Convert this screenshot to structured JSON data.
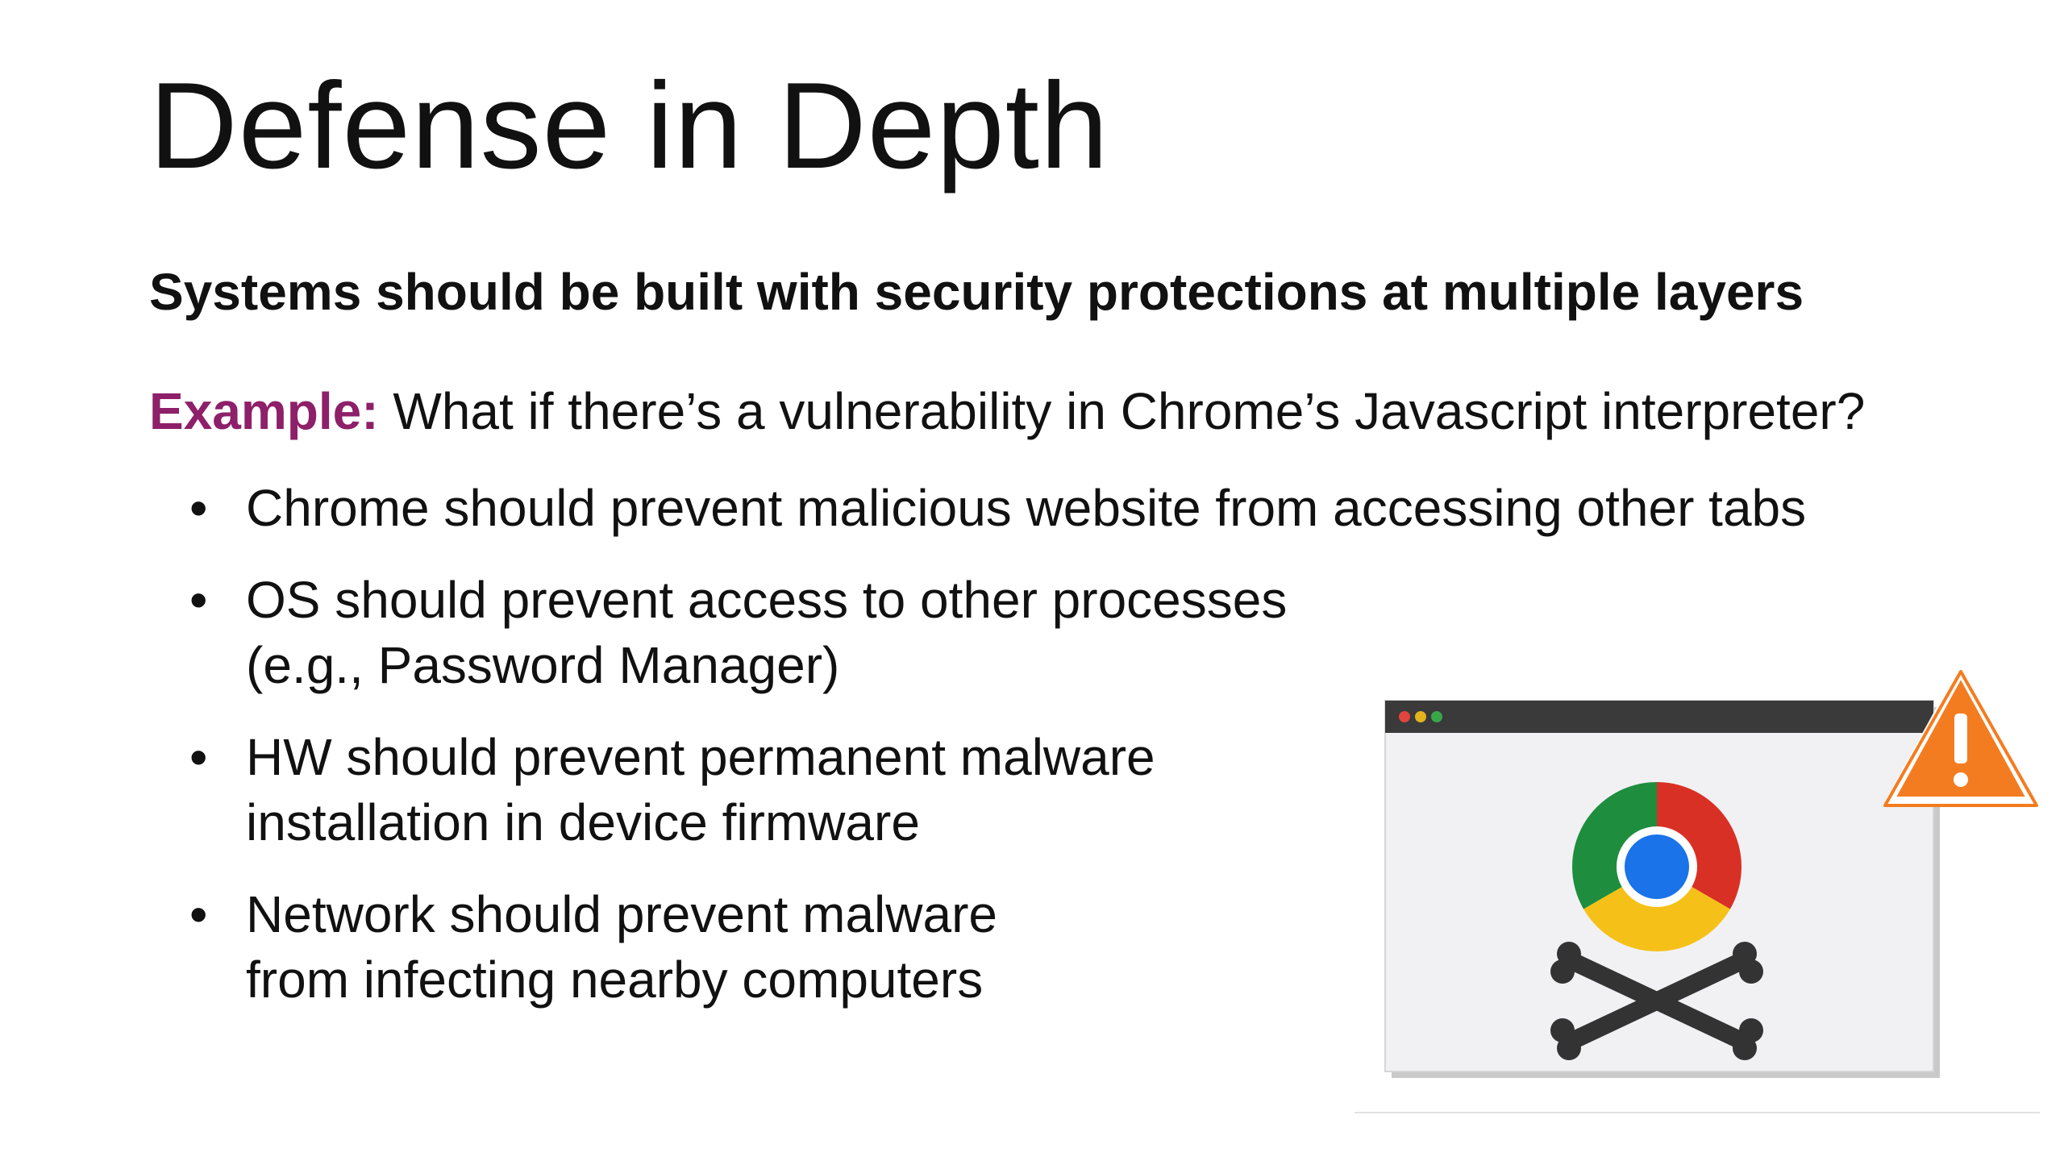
{
  "slide": {
    "title": "Defense in Depth",
    "subtitle": "Systems should be built with security protections at multiple layers",
    "example": {
      "label": "Example:",
      "text": " What if there’s a vulnerability in Chrome’s Javascript interpreter?"
    },
    "bullets": [
      {
        "lines": [
          "Chrome should prevent malicious website from accessing other tabs"
        ]
      },
      {
        "lines": [
          "OS should prevent access to other processes",
          "(e.g., Password Manager)"
        ]
      },
      {
        "lines": [
          "HW should prevent permanent malware",
          "installation in device firmware"
        ]
      },
      {
        "lines": [
          "Network should prevent malware",
          "from infecting nearby computers"
        ]
      }
    ],
    "bullet_glyph": "•"
  },
  "illustration": {
    "icons": [
      "browser-window-icon",
      "chrome-logo-icon",
      "crossbones-icon",
      "warning-triangle-icon"
    ],
    "colors": {
      "window_bar": "#3a3a3a",
      "window_body": "#f1f1f4",
      "dot_red": "#e0443e",
      "dot_yellow": "#e3b21c",
      "dot_green": "#3aa64a",
      "chrome_red": "#d93025",
      "chrome_yellow": "#f5c118",
      "chrome_green": "#1e8e3e",
      "chrome_blue": "#1a73e8",
      "bones": "#333333",
      "warning": "#f47c20"
    }
  }
}
